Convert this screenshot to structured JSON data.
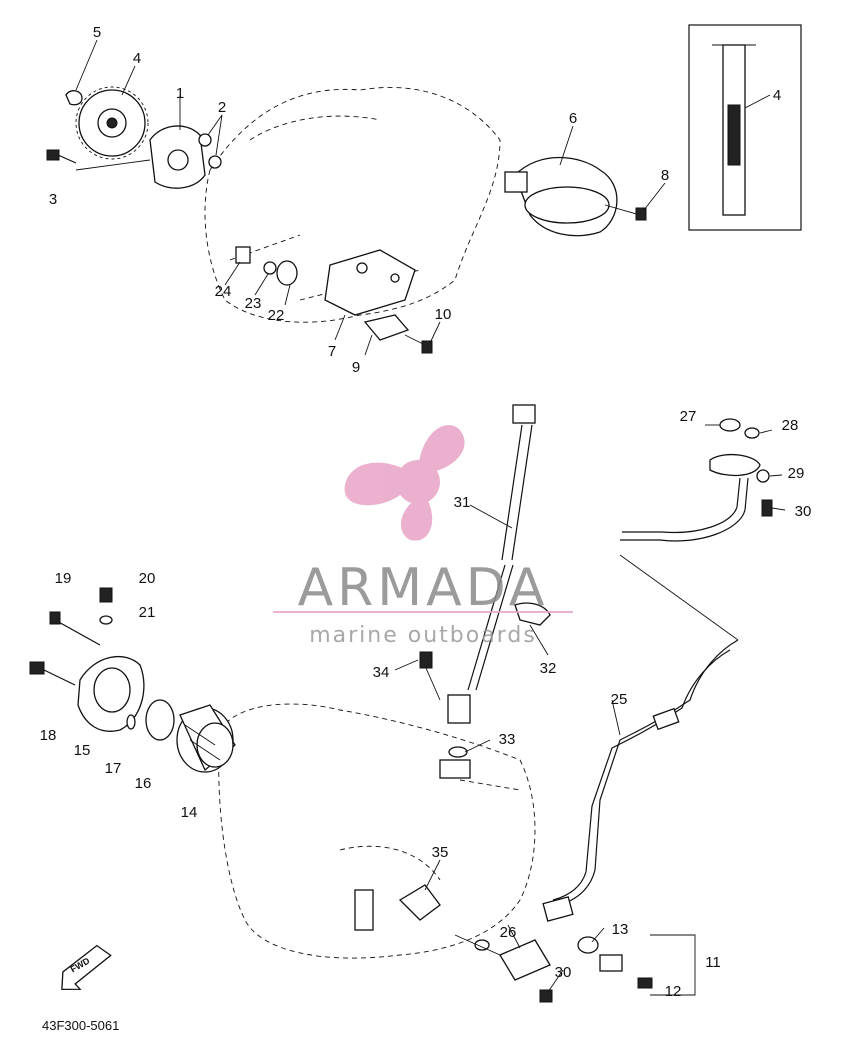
{
  "diagram": {
    "drawing_code": "43F300-5061",
    "direction_marker": "FWD",
    "callouts": [
      "1",
      "2",
      "3",
      "4",
      "5",
      "6",
      "7",
      "8",
      "9",
      "10",
      "11",
      "12",
      "13",
      "14",
      "15",
      "16",
      "17",
      "18",
      "19",
      "20",
      "21",
      "22",
      "23",
      "24",
      "25",
      "26",
      "27",
      "28",
      "29",
      "30",
      "31",
      "32",
      "33",
      "34",
      "35"
    ]
  },
  "watermark": {
    "name": "ARMADA",
    "tagline": "marine outboards",
    "colors": {
      "name": "#8a8a8a",
      "tagline": "#9a9a9a",
      "rule": "#e6a6c8",
      "logo": "#e8a3c6"
    }
  }
}
